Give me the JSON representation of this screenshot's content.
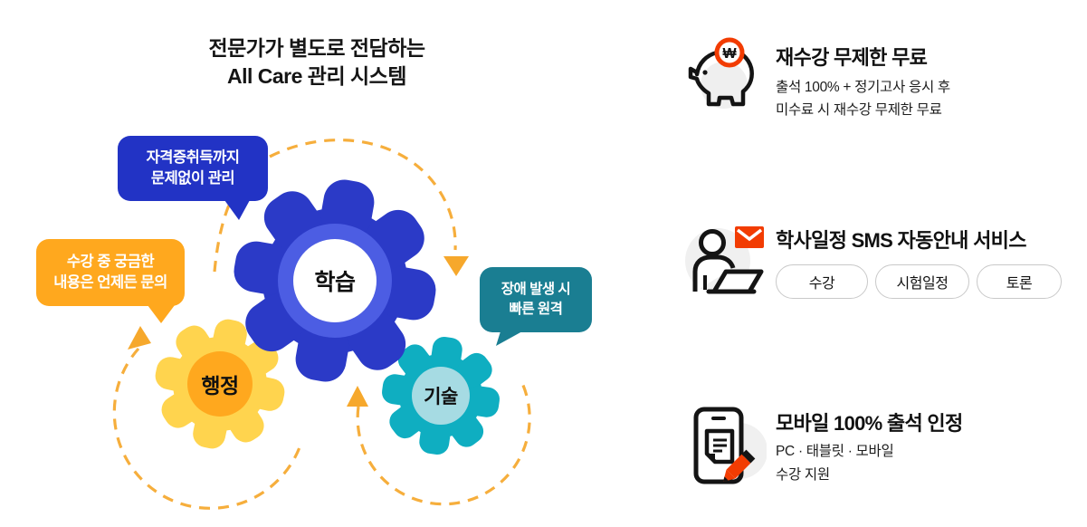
{
  "diagram": {
    "title": {
      "line1": "전문가가 별도로 전담하는",
      "line2": "All Care 관리 시스템"
    },
    "gears": [
      {
        "id": "learning",
        "label": "학습",
        "color": "#2B3AC7"
      },
      {
        "id": "administration",
        "label": "행정",
        "color": "#FFD44E"
      },
      {
        "id": "technology",
        "label": "기술",
        "color": "#0FAEC1"
      }
    ],
    "bubbles": [
      {
        "id": "certificate",
        "line1": "자격증취득까지",
        "line2": "문제없이 관리",
        "color": "#2233C5"
      },
      {
        "id": "inquiry",
        "line1": "수강 중 궁금한",
        "line2": "내용은 언제든 문의",
        "color": "#FFA81E"
      },
      {
        "id": "remote",
        "line1": "장애 발생 시",
        "line2": "빠른 원격",
        "color": "#1A7E92"
      }
    ]
  },
  "features": [
    {
      "icon": "piggy-bank-icon",
      "coin_symbol": "₩",
      "title": "재수강 무제한 무료",
      "desc_line1": "출석 100% + 정기고사 응시 후",
      "desc_line2": "미수료 시 재수강 무제한 무료"
    },
    {
      "icon": "sms-laptop-icon",
      "title": "학사일정 SMS 자동안내 서비스",
      "tags": [
        "수강",
        "시험일정",
        "토론"
      ]
    },
    {
      "icon": "mobile-pencil-icon",
      "title": "모바일 100% 출석 인정",
      "desc_line1": "PC · 태블릿 · 모바일",
      "desc_line2": "수강 지원"
    }
  ],
  "colors": {
    "accent_red_orange": "#F23C02",
    "dash_yellow": "#F6AE3C",
    "gear_blue": "#2B3AC7",
    "gear_blue_ring": "#4C5DE3",
    "gear_yellow": "#FFD44E",
    "gear_yellow_core": "#FFA81E",
    "gear_teal": "#0FAEC1",
    "gear_teal_core": "#A6DBE3",
    "bubble_blue": "#2233C5",
    "bubble_orange": "#FFA81E",
    "bubble_teal": "#1A7E92",
    "icon_bg_gray": "#F0F0F0"
  }
}
